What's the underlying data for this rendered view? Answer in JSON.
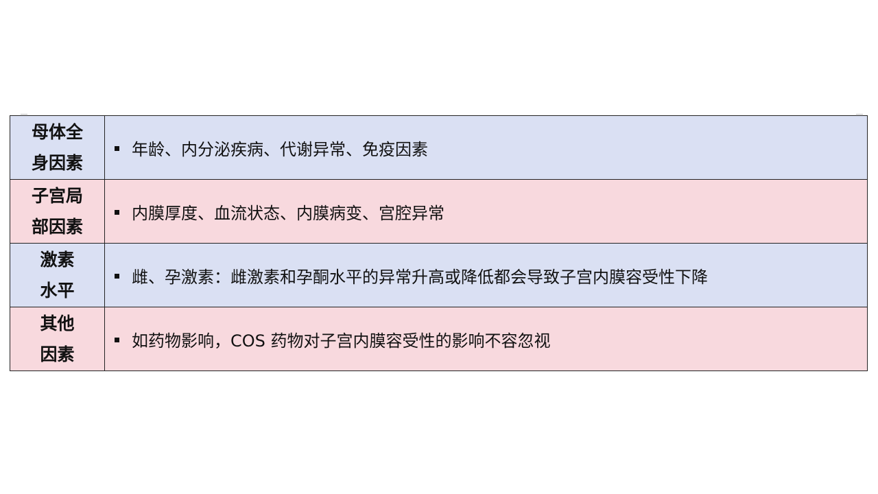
{
  "colors": {
    "row_blue": "#dae0f3",
    "row_pink": "#f8d9de"
  },
  "rows": [
    {
      "head_line1": "母体全",
      "head_line2": "身因素",
      "text": "年龄、内分泌疾病、代谢异常、免疫因素"
    },
    {
      "head_line1": "子宫局",
      "head_line2": "部因素",
      "text": "内膜厚度、血流状态、内膜病变、宫腔异常"
    },
    {
      "head_line1": "激素",
      "head_line2": "水平",
      "text": "雌、孕激素：雌激素和孕酮水平的异常升高或降低都会导致子宫内膜容受性下降"
    },
    {
      "head_line1": "其他",
      "head_line2": "因素",
      "text": "如药物影响，COS 药物对子宫内膜容受性的影响不容忽视"
    }
  ]
}
